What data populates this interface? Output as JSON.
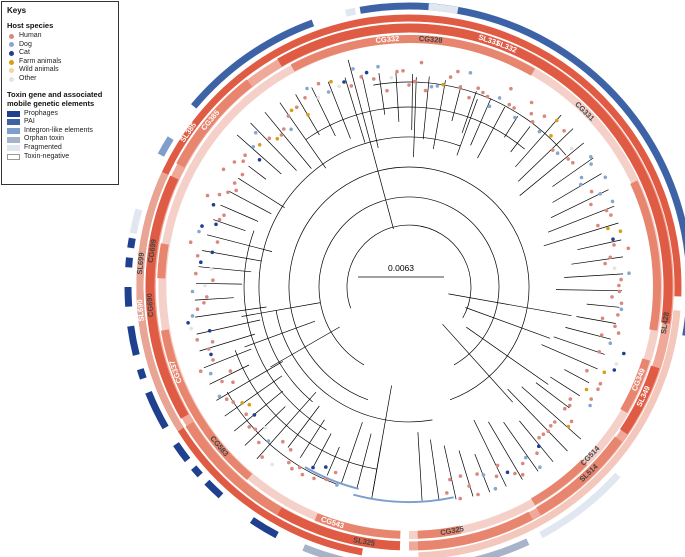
{
  "legend": {
    "title": "Keys",
    "host_title": "Host species",
    "hosts": [
      {
        "label": "Human",
        "color": "#d98880"
      },
      {
        "label": "Dog",
        "color": "#85a7d1"
      },
      {
        "label": "Cat",
        "color": "#1f3f8f"
      },
      {
        "label": "Farm animals",
        "color": "#d4a017"
      },
      {
        "label": "Wild animals",
        "color": "#f2d795"
      },
      {
        "label": "Other",
        "color": "#e4e4e4"
      }
    ],
    "toxin_title": "Toxin gene and associated mobile genetic elements",
    "toxins": [
      {
        "label": "Prophages",
        "color": "#1f3f8f"
      },
      {
        "label": "PAI",
        "color": "#3d63a6"
      },
      {
        "label": "Integron-like elements",
        "color": "#7e9fcc"
      },
      {
        "label": "Orphan toxin",
        "color": "#a6b3c9"
      },
      {
        "label": "Fragmented",
        "color": "#e1e7f1"
      },
      {
        "label": "Toxin-negative",
        "color": "#ffffff"
      }
    ]
  },
  "tree": {
    "scale_label": "0.0063",
    "lineages": [
      {
        "cg": "CG328",
        "sl": ""
      },
      {
        "cg": "CG331",
        "sl": "SL331"
      },
      {
        "cg": "CG332",
        "sl": "SL332"
      },
      {
        "cg": "CG385",
        "sl": "SL385"
      },
      {
        "cg": "CG699",
        "sl": "SL699"
      },
      {
        "cg": "CG690",
        "sl": "SL690"
      },
      {
        "cg": "CG337",
        "sl": ""
      },
      {
        "cg": "",
        "sl": "SL428"
      },
      {
        "cg": "CG349",
        "sl": "SL349"
      },
      {
        "cg": "CG514",
        "sl": "SL514"
      },
      {
        "cg": "CG583",
        "sl": ""
      },
      {
        "cg": "CG543",
        "sl": ""
      },
      {
        "cg": "CG325",
        "sl": "SL325"
      }
    ]
  },
  "colors": {
    "sl_ring": "#e05b44",
    "cg_ring_dark": "#e8856f",
    "cg_ring_light": "#f5d0c8",
    "branch": "#000000"
  }
}
